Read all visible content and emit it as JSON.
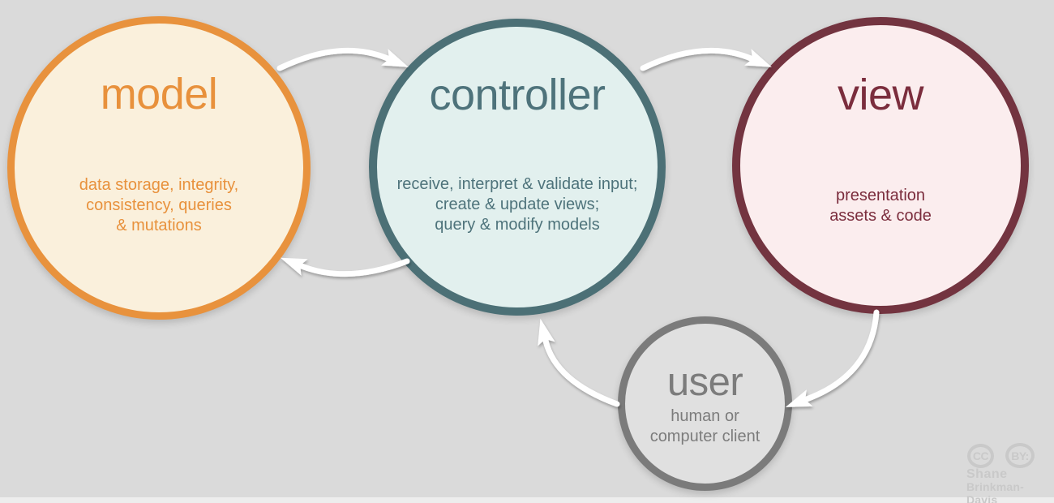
{
  "background": {
    "base_color": "#DADADA",
    "bottom_strip_color": "#EDEDED"
  },
  "nodes": {
    "model": {
      "title": "model",
      "lines": [
        "data storage, integrity,",
        "consistency, queries",
        "& mutations"
      ],
      "border_color": "#E8923D",
      "fill_color": "#FAF0DC",
      "text_color": "#E8913C"
    },
    "controller": {
      "title": "controller",
      "lines": [
        "receive, interpret & validate input;",
        "create & update views;",
        "query & modify models"
      ],
      "border_color": "#4C7076",
      "fill_color": "#E2F0EE",
      "text_color": "#4E737B"
    },
    "view": {
      "title": "view",
      "lines": [
        "presentation",
        "assets & code"
      ],
      "border_color": "#733440",
      "fill_color": "#FBEDEE",
      "text_color": "#7B2D3D"
    },
    "user": {
      "title": "user",
      "lines": [
        "human or",
        "computer client"
      ],
      "border_color": "#7B7B7B",
      "fill_color": "#E0E0E0",
      "text_color": "#7C7C7C"
    }
  },
  "arrows": {
    "color": "#FFFFFF",
    "connections": [
      {
        "from": "model",
        "to": "controller"
      },
      {
        "from": "controller",
        "to": "view"
      },
      {
        "from": "controller",
        "to": "model"
      },
      {
        "from": "view",
        "to": "user"
      },
      {
        "from": "user",
        "to": "controller"
      }
    ]
  },
  "credit": {
    "cc": "CC",
    "by": "BY:",
    "name_line1": "Shane",
    "name_line2": "Brinkman-Davis",
    "color": "#C9C9C9"
  }
}
